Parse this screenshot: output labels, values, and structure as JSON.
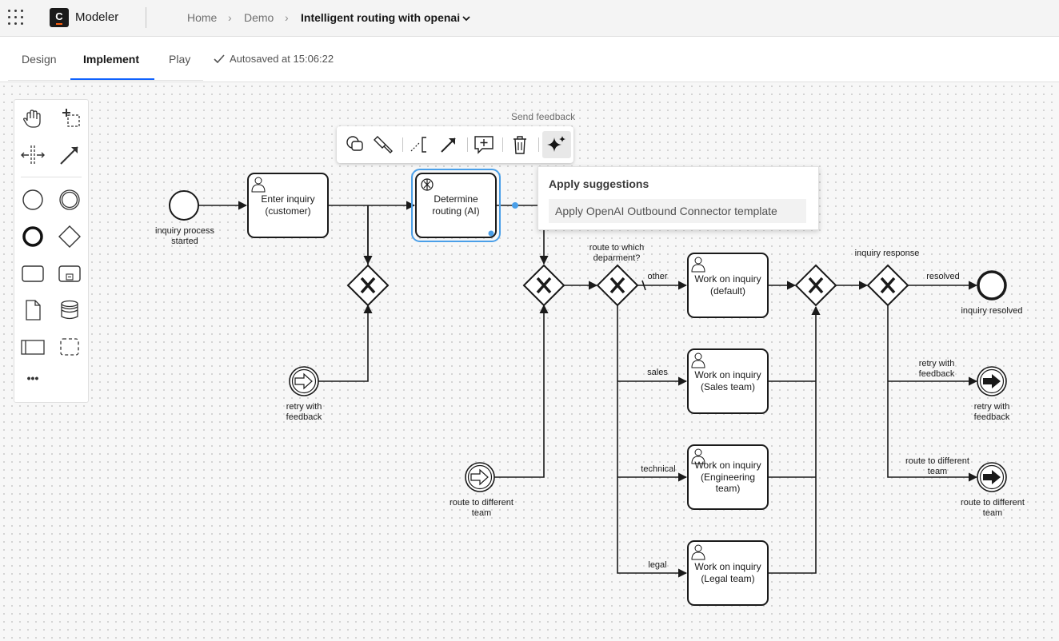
{
  "header": {
    "app_name": "Modeler",
    "logo_letter": "C",
    "breadcrumb": [
      "Home",
      "Demo",
      "Intelligent routing with openai"
    ],
    "separator": "›"
  },
  "tabs": [
    {
      "label": "Design",
      "active": false
    },
    {
      "label": "Implement",
      "active": true
    },
    {
      "label": "Play",
      "active": false
    }
  ],
  "autosave": "Autosaved at 15:06:22",
  "context_pad": {
    "send_feedback": "Send feedback"
  },
  "suggestions": {
    "title": "Apply suggestions",
    "action": "Apply OpenAI Outbound Connector template"
  },
  "palette": {
    "tools": [
      "hand-tool-icon",
      "lasso-tool-icon",
      "space-tool-icon",
      "connect-tool-icon",
      "start-event-icon",
      "intermediate-event-icon",
      "end-event-icon",
      "gateway-icon",
      "task-icon",
      "subprocess-icon",
      "data-object-icon",
      "data-store-icon",
      "pool-icon",
      "group-icon",
      "more-icon"
    ],
    "more_label": "•••"
  },
  "diagram": {
    "start_event": [
      "inquiry process",
      "started"
    ],
    "task_enter": [
      "Enter inquiry",
      "(customer)"
    ],
    "task_determine": [
      "Determine",
      "routing (AI)"
    ],
    "retry_start": [
      "retry with",
      "feedback"
    ],
    "route_start": [
      "route to different",
      "team"
    ],
    "gateway_dept_label": [
      "route to which",
      "deparment?"
    ],
    "flow_other": "other",
    "flow_sales": "sales",
    "flow_technical": "technical",
    "flow_legal": "legal",
    "task_default": [
      "Work on inquiry",
      "(default)"
    ],
    "task_sales": [
      "Work on inquiry",
      "(Sales team)"
    ],
    "task_engineering": [
      "Work on inquiry",
      "(Engineering",
      "team)"
    ],
    "task_legal": [
      "Work on inquiry",
      "(Legal team)"
    ],
    "gateway_response_label": "inquiry response",
    "flow_resolved": "resolved",
    "end_resolved": "inquiry resolved",
    "flow_retry": [
      "retry with",
      "feedback"
    ],
    "end_retry": [
      "retry with",
      "feedback"
    ],
    "flow_route": [
      "route to different",
      "team"
    ],
    "end_route": [
      "route to different",
      "team"
    ]
  },
  "colors": {
    "accent": "#0f62fe",
    "selection": "#4a9fe8",
    "stroke": "#1a1a1a"
  }
}
